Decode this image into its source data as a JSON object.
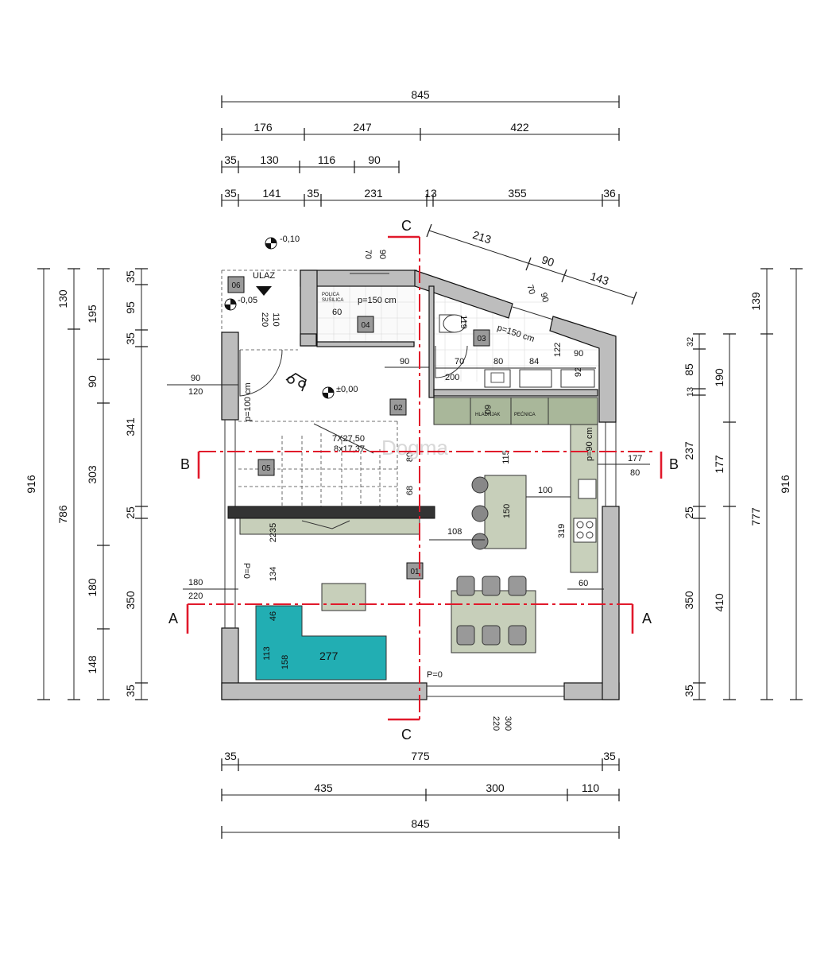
{
  "top_dims": {
    "r1": [
      "845"
    ],
    "r2": [
      "176",
      "247",
      "422"
    ],
    "r3": [
      "35",
      "130",
      "116",
      "90"
    ],
    "r4": [
      "35",
      "141",
      "35",
      "231",
      "13",
      "355",
      "36"
    ]
  },
  "bottom_dims": {
    "r1": [
      "35",
      "775",
      "35"
    ],
    "r2": [
      "435",
      "300",
      "110"
    ],
    "r3": [
      "845"
    ]
  },
  "left_dims": {
    "c1": [
      "916"
    ],
    "c2": [
      "130",
      "786"
    ],
    "c3": [
      "195",
      "90",
      "303",
      "180",
      "148"
    ],
    "c4": [
      "35",
      "95",
      "35",
      "341",
      "25",
      "350",
      "35"
    ]
  },
  "right_dims": {
    "c1": [
      "32",
      "85",
      "13",
      "237",
      "25",
      "350",
      "35"
    ],
    "c2": [
      "190",
      "177",
      "410"
    ],
    "c3": [
      "139",
      "777"
    ],
    "c4": [
      "916"
    ]
  },
  "diag_dims": [
    "213",
    "90",
    "143"
  ],
  "sections": {
    "a": "A",
    "b": "B",
    "c": "C"
  },
  "rooms": [
    "01",
    "02",
    "03",
    "04",
    "05",
    "06"
  ],
  "levels": {
    "top": "-0,10",
    "entry": "-0,05",
    "main": "±0,00"
  },
  "labels": {
    "entrance": "ULAZ",
    "p150a": "p=150 cm",
    "p150b": "p=150 cm",
    "p100": "p=100 cm",
    "p90": "p=90 cm",
    "p0a": "P=0",
    "p0b": "P=0",
    "stairs1": "7X27,50",
    "stairs2": "8x17,37",
    "fridge": "HLADNJAK",
    "oven": "PEĆNICA",
    "shelf": "POLICA",
    "shelf2": "SUŠILICA",
    "sofa": "277"
  },
  "inner_dims": {
    "d60": "60",
    "d110": "110",
    "d220": "220",
    "d70a": "70",
    "d90a": "90",
    "d70b": "70",
    "d90b": "90",
    "d119": "119",
    "d90c": "90",
    "d70c": "70",
    "d200": "200",
    "d80": "80",
    "d84": "84",
    "d122": "122",
    "d90d": "90",
    "d92": "92",
    "d9": "90",
    "d120": "120",
    "d60b": "60",
    "d115": "115",
    "d80b": "80",
    "d68": "68",
    "d177": "177",
    "d80c": "80",
    "d100": "100",
    "d150": "150",
    "d108": "108",
    "d319": "319",
    "d2235": "2235",
    "d134": "134",
    "d180": "180",
    "d220b": "220",
    "d46": "46",
    "d113": "113",
    "d158": "158",
    "d60c": "60",
    "d220c": "220",
    "d300": "300"
  },
  "watermark": "Dogma"
}
